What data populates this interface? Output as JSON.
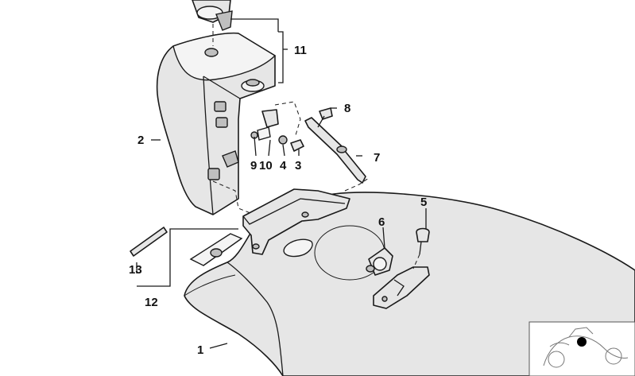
{
  "callouts": [
    {
      "id": "1",
      "text": "1"
    },
    {
      "id": "2",
      "text": "2"
    },
    {
      "id": "3",
      "text": "3"
    },
    {
      "id": "4",
      "text": "4"
    },
    {
      "id": "5",
      "text": "5"
    },
    {
      "id": "6",
      "text": "6"
    },
    {
      "id": "7",
      "text": "7"
    },
    {
      "id": "8",
      "text": "8"
    },
    {
      "id": "9",
      "text": "9"
    },
    {
      "id": "10",
      "text": "10"
    },
    {
      "id": "11",
      "text": "11"
    },
    {
      "id": "12",
      "text": "12"
    },
    {
      "id": "13",
      "text": "13"
    }
  ],
  "thumbnail": {
    "icon": "motorcycle-location-thumbnail",
    "marker_color": "#000000"
  }
}
